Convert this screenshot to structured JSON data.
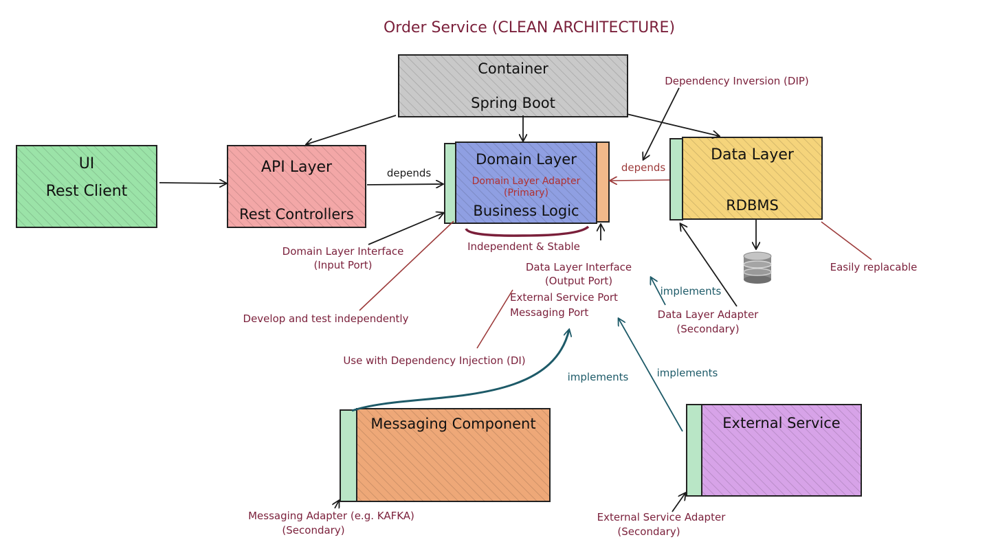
{
  "title": "Order Service (CLEAN ARCHITECTURE)",
  "colors": {
    "container_fill": "#c9c9c9",
    "ui_fill": "#9be3a8",
    "api_fill": "#f3a7a7",
    "domain_fill": "#8f9fe2",
    "data_fill": "#f5d47b",
    "messaging_fill": "#eea878",
    "external_fill": "#d7a3e8",
    "port_green": "#b9e6c6",
    "port_orange": "#f2b98a",
    "annotation_maroon": "#7a1f3a",
    "annotation_teal": "#1d5a68"
  },
  "boxes": {
    "container": {
      "line1": "Container",
      "line2": "Spring Boot"
    },
    "ui": {
      "line1": "UI",
      "line2": "Rest Client"
    },
    "api": {
      "line1": "API Layer",
      "line2": "Rest Controllers"
    },
    "domain": {
      "line1": "Domain Layer",
      "adapter_line1": "Domain Layer Adapter",
      "adapter_line2": "(Primary)",
      "line2": "Business Logic"
    },
    "data": {
      "line1": "Data Layer",
      "line2": "RDBMS"
    },
    "messaging": {
      "line1": "Messaging Component"
    },
    "external": {
      "line1": "External Service"
    }
  },
  "icons": {
    "database": "database-icon"
  },
  "labels": {
    "depends_api": "depends",
    "depends_data": "depends",
    "dip": "Dependency Inversion (DIP)",
    "input_port_1": "Domain Layer Interface",
    "input_port_2": "(Input Port)",
    "independent": "Independent & Stable",
    "output_port_1": "Data Layer Interface",
    "output_port_2": "(Output Port)",
    "external_port": "External Service Port",
    "messaging_port": "Messaging Port",
    "implements_data": "implements",
    "implements_messaging": "implements",
    "implements_external": "implements",
    "data_adapter_1": "Data Layer Adapter",
    "data_adapter_2": "(Secondary)",
    "develop": "Develop and test independently",
    "di": "Use with Dependency Injection (DI)",
    "replaceable": "Easily replacable",
    "messaging_adapter_1": "Messaging Adapter (e.g. KAFKA)",
    "messaging_adapter_2": "(Secondary)",
    "external_adapter_1": "External Service Adapter",
    "external_adapter_2": "(Secondary)"
  }
}
